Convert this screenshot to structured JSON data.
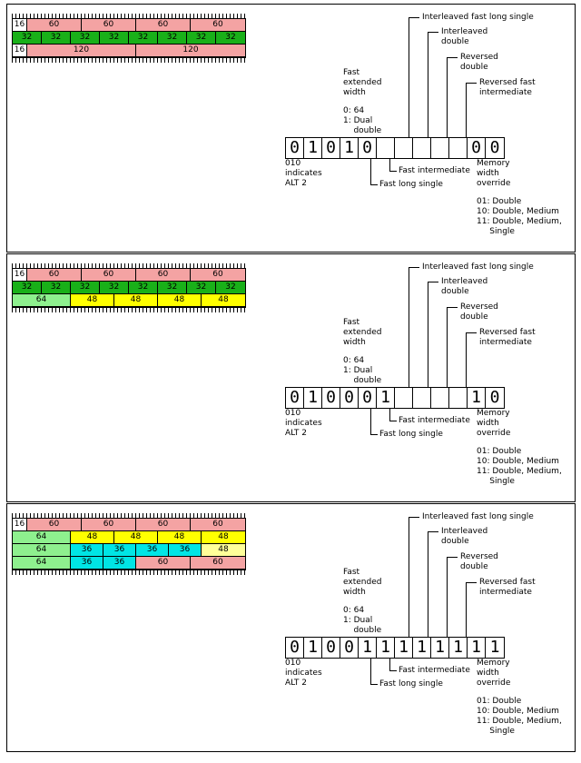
{
  "labels": {
    "fast_extended_width": "Fast\nextended\nwidth",
    "fast_extended_opts": "0: 64\n1: Dual\n    double",
    "interleaved_fast_long_single": "Interleaved fast long single",
    "interleaved_double": "Interleaved\ndouble",
    "reversed_double": "Reversed\ndouble",
    "reversed_fast_intermediate": "Reversed fast\nintermediate",
    "alt2": "010\nindicates\nALT 2",
    "fast_intermediate": "Fast intermediate",
    "fast_long_single": "Fast long single",
    "memory_width_override": "Memory\nwidth\noverride",
    "memory_opts": "01: Double\n10: Double, Medium\n11: Double, Medium,\n     Single"
  },
  "panels": [
    {
      "bits": [
        "0",
        "1",
        "0",
        "1",
        "0",
        "",
        "",
        "",
        "",
        "",
        "0",
        "0"
      ],
      "rows": [
        [
          {
            "t": "16",
            "c": "#ffffff",
            "w": 16
          },
          {
            "t": "60",
            "c": "#f4a3a3",
            "w": 60
          },
          {
            "t": "60",
            "c": "#f4a3a3",
            "w": 60
          },
          {
            "t": "60",
            "c": "#f4a3a3",
            "w": 60
          },
          {
            "t": "60",
            "c": "#f4a3a3",
            "w": 60
          }
        ],
        [
          {
            "t": "32",
            "c": "#19b019",
            "w": 32
          },
          {
            "t": "32",
            "c": "#19b019",
            "w": 32
          },
          {
            "t": "32",
            "c": "#19b019",
            "w": 32
          },
          {
            "t": "32",
            "c": "#19b019",
            "w": 32
          },
          {
            "t": "32",
            "c": "#19b019",
            "w": 32
          },
          {
            "t": "32",
            "c": "#19b019",
            "w": 32
          },
          {
            "t": "32",
            "c": "#19b019",
            "w": 32
          },
          {
            "t": "32",
            "c": "#19b019",
            "w": 32
          }
        ],
        [
          {
            "t": "16",
            "c": "#ffffff",
            "w": 16
          },
          {
            "t": "120",
            "c": "#f4a3a3",
            "w": 120
          },
          {
            "t": "120",
            "c": "#f4a3a3",
            "w": 120
          }
        ]
      ]
    },
    {
      "bits": [
        "0",
        "1",
        "0",
        "0",
        "0",
        "1",
        "",
        "",
        "",
        "",
        "1",
        "0"
      ],
      "rows": [
        [
          {
            "t": "16",
            "c": "#ffffff",
            "w": 16
          },
          {
            "t": "60",
            "c": "#f4a3a3",
            "w": 60
          },
          {
            "t": "60",
            "c": "#f4a3a3",
            "w": 60
          },
          {
            "t": "60",
            "c": "#f4a3a3",
            "w": 60
          },
          {
            "t": "60",
            "c": "#f4a3a3",
            "w": 60
          }
        ],
        [
          {
            "t": "32",
            "c": "#19b019",
            "w": 32
          },
          {
            "t": "32",
            "c": "#19b019",
            "w": 32
          },
          {
            "t": "32",
            "c": "#19b019",
            "w": 32
          },
          {
            "t": "32",
            "c": "#19b019",
            "w": 32
          },
          {
            "t": "32",
            "c": "#19b019",
            "w": 32
          },
          {
            "t": "32",
            "c": "#19b019",
            "w": 32
          },
          {
            "t": "32",
            "c": "#19b019",
            "w": 32
          },
          {
            "t": "32",
            "c": "#19b019",
            "w": 32
          }
        ],
        [
          {
            "t": "64",
            "c": "#8ef08e",
            "w": 64
          },
          {
            "t": "48",
            "c": "#ffff00",
            "w": 48
          },
          {
            "t": "48",
            "c": "#ffff00",
            "w": 48
          },
          {
            "t": "48",
            "c": "#ffff00",
            "w": 48
          },
          {
            "t": "48",
            "c": "#ffff00",
            "w": 48
          }
        ]
      ]
    },
    {
      "bits": [
        "0",
        "1",
        "0",
        "0",
        "1",
        "1",
        "1",
        "1",
        "1",
        "1",
        "1",
        "1"
      ],
      "rows": [
        [
          {
            "t": "16",
            "c": "#ffffff",
            "w": 16
          },
          {
            "t": "60",
            "c": "#f4a3a3",
            "w": 60
          },
          {
            "t": "60",
            "c": "#f4a3a3",
            "w": 60
          },
          {
            "t": "60",
            "c": "#f4a3a3",
            "w": 60
          },
          {
            "t": "60",
            "c": "#f4a3a3",
            "w": 60
          }
        ],
        [
          {
            "t": "64",
            "c": "#8ef08e",
            "w": 64
          },
          {
            "t": "48",
            "c": "#ffff00",
            "w": 48
          },
          {
            "t": "48",
            "c": "#ffff00",
            "w": 48
          },
          {
            "t": "48",
            "c": "#ffff00",
            "w": 48
          },
          {
            "t": "48",
            "c": "#ffff00",
            "w": 48
          }
        ],
        [
          {
            "t": "64",
            "c": "#8ef08e",
            "w": 64
          },
          {
            "t": "36",
            "c": "#00e5e5",
            "w": 36
          },
          {
            "t": "36",
            "c": "#00e5e5",
            "w": 36
          },
          {
            "t": "36",
            "c": "#00e5e5",
            "w": 36
          },
          {
            "t": "36",
            "c": "#00e5e5",
            "w": 36
          },
          {
            "t": "48",
            "c": "#ffff99",
            "w": 48
          }
        ],
        [
          {
            "t": "64",
            "c": "#8ef08e",
            "w": 64
          },
          {
            "t": "36",
            "c": "#00e5e5",
            "w": 36
          },
          {
            "t": "36",
            "c": "#00e5e5",
            "w": 36
          },
          {
            "t": "60",
            "c": "#f4a3a3",
            "w": 60
          },
          {
            "t": "60",
            "c": "#f4a3a3",
            "w": 60
          }
        ]
      ]
    }
  ]
}
